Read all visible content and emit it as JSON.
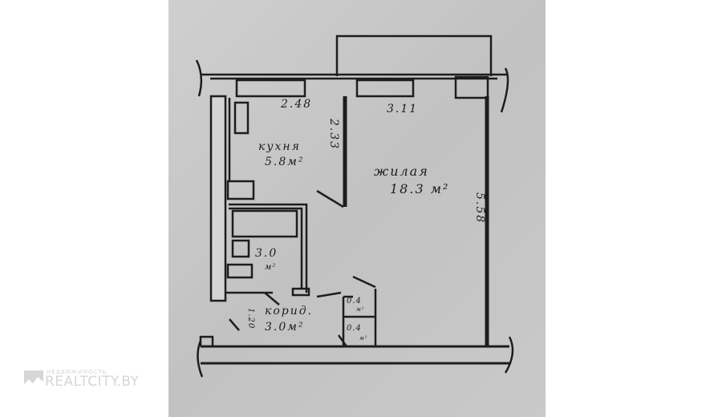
{
  "floor_plan": {
    "kitchen": {
      "name": "кухня",
      "area": "5.8м²",
      "width": "2.48",
      "depth": "2.33"
    },
    "living": {
      "name": "жилая",
      "area": "18.3 м²",
      "width": "3.11",
      "depth": "5.58"
    },
    "bathroom": {
      "area": "3.0",
      "unit": "м²"
    },
    "corridor": {
      "name": "корид.",
      "area": "3.0м²",
      "width": "1.20"
    },
    "closet_1": {
      "area": "0.4",
      "unit": "м²"
    },
    "closet_2": {
      "area": "0.4",
      "unit": "м²"
    }
  },
  "watermark": {
    "tagline": "НЕДВИЖИМОСТЬ",
    "brand": "REALTCITY.BY"
  },
  "colors": {
    "paper": "#c8c8c8",
    "ink": "#1d1d1d"
  }
}
